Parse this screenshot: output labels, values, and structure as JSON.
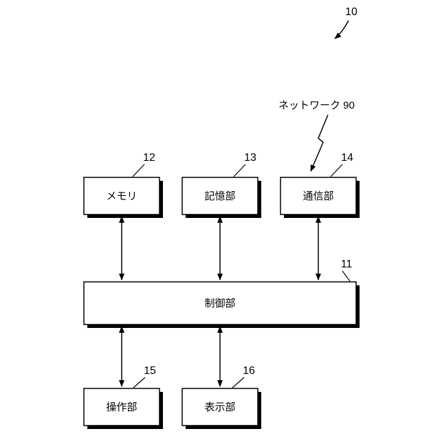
{
  "figure": {
    "ref_number": "10",
    "network": {
      "label": "ネットワーク 90"
    },
    "boxes": {
      "memory": {
        "num": "12",
        "label": "メモリ"
      },
      "storage": {
        "num": "13",
        "label": "記憶部"
      },
      "communication": {
        "num": "14",
        "label": "通信部"
      },
      "control": {
        "num": "11",
        "label": "制御部"
      },
      "operation": {
        "num": "15",
        "label": "操作部"
      },
      "display": {
        "num": "16",
        "label": "表示部"
      }
    }
  }
}
